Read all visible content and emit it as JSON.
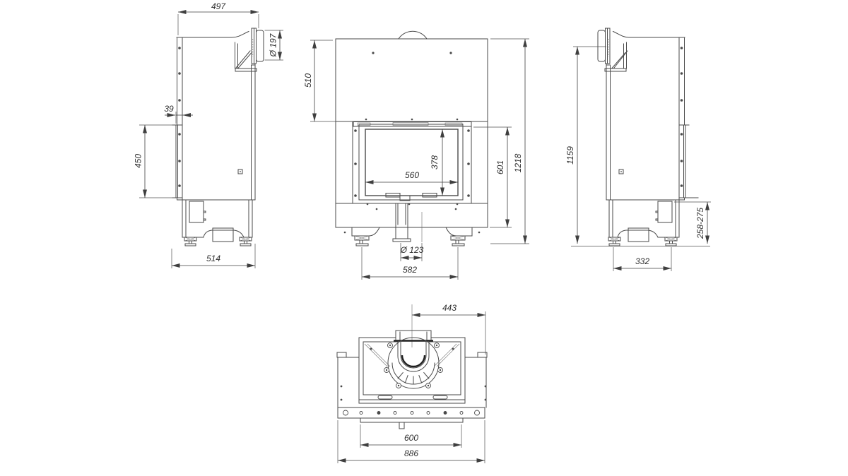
{
  "colors": {
    "line": "#4a4a4a",
    "dim": "#3f3f3f",
    "text": "#2f2f2f",
    "background": "#ffffff"
  },
  "dims": {
    "side_left": {
      "depth": "497",
      "flue_diameter": "Ø 197",
      "door_offset": "39",
      "door_height": "450",
      "base_depth": "514"
    },
    "front": {
      "top_section": "510",
      "glass_width": "560",
      "glass_height": "378",
      "lower_section": "601",
      "total_height": "1218",
      "air_inlet": "Ø 123",
      "feet_span": "582"
    },
    "side_right": {
      "flue_axis_height": "1159",
      "base_range": "258-275",
      "feet_span": "332"
    },
    "top": {
      "flue_center_to_side": "443",
      "inner_width": "600",
      "overall_width": "886"
    }
  }
}
